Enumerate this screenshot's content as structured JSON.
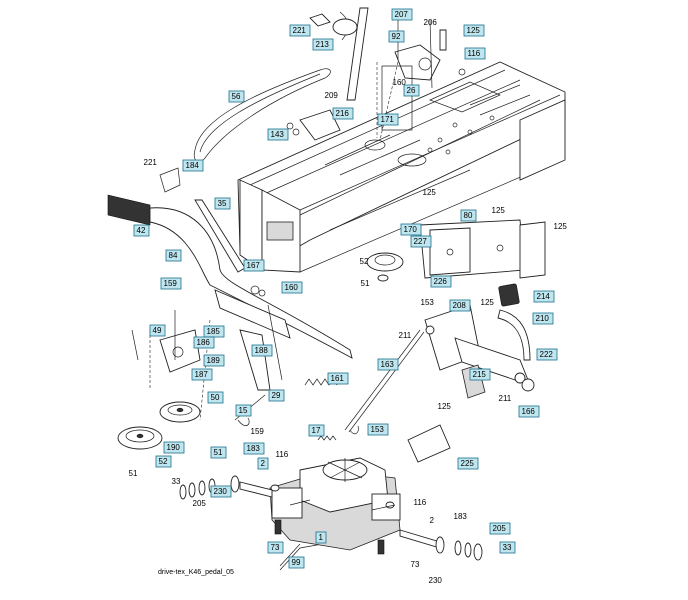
{
  "caption": "drive-tex_K46_pedal_05",
  "labels": [
    {
      "text": "221",
      "boxed": true
    },
    {
      "text": "213",
      "boxed": true
    },
    {
      "text": "207",
      "boxed": true
    },
    {
      "text": "206",
      "boxed": false
    },
    {
      "text": "125",
      "boxed": true
    },
    {
      "text": "92",
      "boxed": true
    },
    {
      "text": "116",
      "boxed": true
    },
    {
      "text": "56",
      "boxed": true
    },
    {
      "text": "209",
      "boxed": false
    },
    {
      "text": "160",
      "boxed": false
    },
    {
      "text": "26",
      "boxed": true
    },
    {
      "text": "216",
      "boxed": true
    },
    {
      "text": "143",
      "boxed": true
    },
    {
      "text": "171",
      "boxed": true
    },
    {
      "text": "221",
      "boxed": false
    },
    {
      "text": "184",
      "boxed": true
    },
    {
      "text": "35",
      "boxed": true
    },
    {
      "text": "42",
      "boxed": true
    },
    {
      "text": "125",
      "boxed": false
    },
    {
      "text": "80",
      "boxed": true
    },
    {
      "text": "125",
      "boxed": false
    },
    {
      "text": "125",
      "boxed": false
    },
    {
      "text": "170",
      "boxed": true
    },
    {
      "text": "227",
      "boxed": true
    },
    {
      "text": "52",
      "boxed": false
    },
    {
      "text": "84",
      "boxed": true
    },
    {
      "text": "167",
      "boxed": true
    },
    {
      "text": "51",
      "boxed": false
    },
    {
      "text": "226",
      "boxed": true
    },
    {
      "text": "159",
      "boxed": true
    },
    {
      "text": "160",
      "boxed": true
    },
    {
      "text": "214",
      "boxed": true
    },
    {
      "text": "153",
      "boxed": false
    },
    {
      "text": "208",
      "boxed": true
    },
    {
      "text": "125",
      "boxed": false
    },
    {
      "text": "210",
      "boxed": true
    },
    {
      "text": "49",
      "boxed": true
    },
    {
      "text": "185",
      "boxed": true
    },
    {
      "text": "186",
      "boxed": true
    },
    {
      "text": "211",
      "boxed": false
    },
    {
      "text": "188",
      "boxed": true
    },
    {
      "text": "189",
      "boxed": true
    },
    {
      "text": "163",
      "boxed": true
    },
    {
      "text": "222",
      "boxed": true
    },
    {
      "text": "187",
      "boxed": true
    },
    {
      "text": "161",
      "boxed": true
    },
    {
      "text": "215",
      "boxed": true
    },
    {
      "text": "50",
      "boxed": true
    },
    {
      "text": "29",
      "boxed": true
    },
    {
      "text": "211",
      "boxed": false
    },
    {
      "text": "166",
      "boxed": true
    },
    {
      "text": "15",
      "boxed": true
    },
    {
      "text": "125",
      "boxed": false
    },
    {
      "text": "159",
      "boxed": false
    },
    {
      "text": "17",
      "boxed": true
    },
    {
      "text": "153",
      "boxed": true
    },
    {
      "text": "190",
      "boxed": true
    },
    {
      "text": "51",
      "boxed": true
    },
    {
      "text": "183",
      "boxed": true
    },
    {
      "text": "52",
      "boxed": true
    },
    {
      "text": "116",
      "boxed": false
    },
    {
      "text": "2",
      "boxed": true
    },
    {
      "text": "225",
      "boxed": true
    },
    {
      "text": "51",
      "boxed": false
    },
    {
      "text": "33",
      "boxed": false
    },
    {
      "text": "205",
      "boxed": false
    },
    {
      "text": "230",
      "boxed": true
    },
    {
      "text": "116",
      "boxed": false
    },
    {
      "text": "2",
      "boxed": false
    },
    {
      "text": "183",
      "boxed": false
    },
    {
      "text": "205",
      "boxed": true
    },
    {
      "text": "1",
      "boxed": true
    },
    {
      "text": "73",
      "boxed": true
    },
    {
      "text": "33",
      "boxed": true
    },
    {
      "text": "99",
      "boxed": true
    },
    {
      "text": "73",
      "boxed": false
    },
    {
      "text": "230",
      "boxed": false
    }
  ]
}
